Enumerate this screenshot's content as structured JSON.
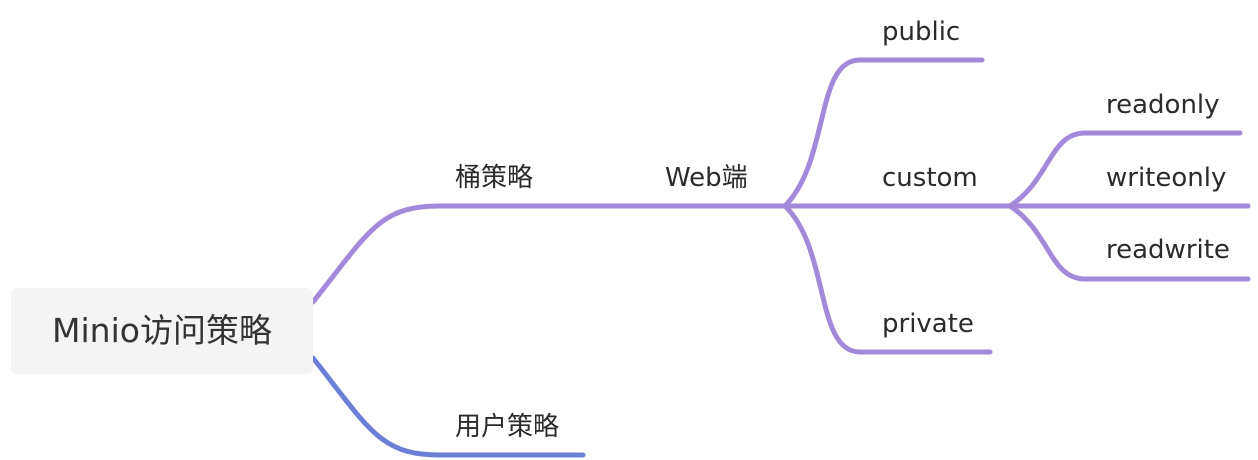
{
  "colors": {
    "branch_purple": "#a389d9",
    "branch_blue": "#6b7fd6",
    "root_background": "#f4f4f4",
    "text": "#2b2b2b"
  },
  "root": {
    "label": "Minio访问策略"
  },
  "nodes": {
    "bucket_policy": "桶策略",
    "web": "Web端",
    "public": "public",
    "custom": "custom",
    "readonly": "readonly",
    "writeonly": "writeonly",
    "readwrite": "readwrite",
    "private": "private",
    "user_policy": "用户策略"
  }
}
